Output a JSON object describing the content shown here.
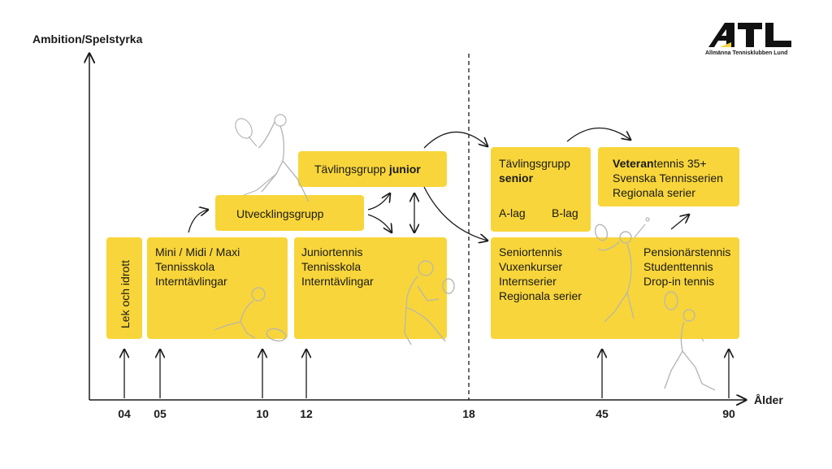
{
  "axes": {
    "y_label": "Ambition/Spelstyrka",
    "x_label": "Ålder",
    "ticks": [
      "04",
      "05",
      "10",
      "12",
      "18",
      "45",
      "90"
    ]
  },
  "logo": {
    "text": "ATL",
    "subtitle": "Allmänna Tennisklubben Lund"
  },
  "boxes": {
    "lek": "Lek och idrott",
    "mini": [
      "Mini / Midi / Maxi",
      "Tennisskola",
      "Interntävlingar"
    ],
    "utveckling": "Utvecklingsgrupp",
    "tavling_junior": {
      "prefix": "Tävlingsgrupp ",
      "bold": "junior"
    },
    "junior": [
      "Juniortennis",
      "Tennisskola",
      "Interntävlingar"
    ],
    "tavling_senior": {
      "line1": "Tävlingsgrupp",
      "bold": "senior",
      "a_lag": "A-lag",
      "b_lag": "B-lag"
    },
    "veteran": {
      "bold": "Veteran",
      "rest": "tennis 35+",
      "line2": "Svenska Tennisserien",
      "line3": "Regionala serier"
    },
    "senior": [
      "Seniortennis",
      "Vuxenkurser",
      "Internserier",
      "Regionala serier"
    ],
    "pension": [
      "Pensionärstennis",
      "Studenttennis",
      "Drop-in tennis"
    ]
  },
  "colors": {
    "box": "#f8d53a",
    "line": "#1a1a1a",
    "figure": "#bdbdbd"
  }
}
